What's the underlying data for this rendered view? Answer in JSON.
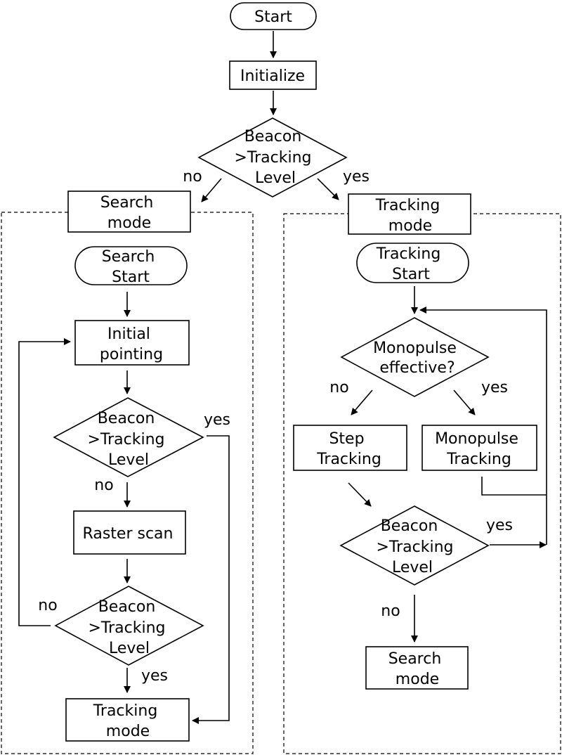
{
  "nodes": {
    "start": [
      "Start"
    ],
    "initialize": [
      "Initialize"
    ],
    "decision_main": [
      "Beacon",
      ">Tracking",
      "Level"
    ],
    "search_mode_header": [
      "Search",
      "mode"
    ],
    "tracking_mode_header": [
      "Tracking",
      "mode"
    ],
    "search_start": [
      "Search",
      "Start"
    ],
    "initial_pointing": [
      "Initial",
      "pointing"
    ],
    "search_decision_1": [
      "Beacon",
      ">Tracking",
      "Level"
    ],
    "raster_scan": [
      "Raster scan"
    ],
    "search_decision_2": [
      "Beacon",
      ">Tracking",
      "Level"
    ],
    "search_to_tracking": [
      "Tracking",
      "mode"
    ],
    "tracking_start": [
      "Tracking",
      "Start"
    ],
    "monopulse_decision": [
      "Monopulse",
      "effective?"
    ],
    "step_tracking": [
      "Step",
      "Tracking"
    ],
    "monopulse_tracking": [
      "Monopulse",
      "Tracking"
    ],
    "tracking_decision": [
      "Beacon",
      ">Tracking",
      "Level"
    ],
    "tracking_to_search": [
      "Search",
      "mode"
    ]
  },
  "labels": {
    "main_no": "no",
    "main_yes": "yes",
    "search_d1_yes": "yes",
    "search_d1_no": "no",
    "search_d2_no": "no",
    "search_d2_yes": "yes",
    "mono_no": "no",
    "mono_yes": "yes",
    "track_yes": "yes",
    "track_no": "no"
  }
}
